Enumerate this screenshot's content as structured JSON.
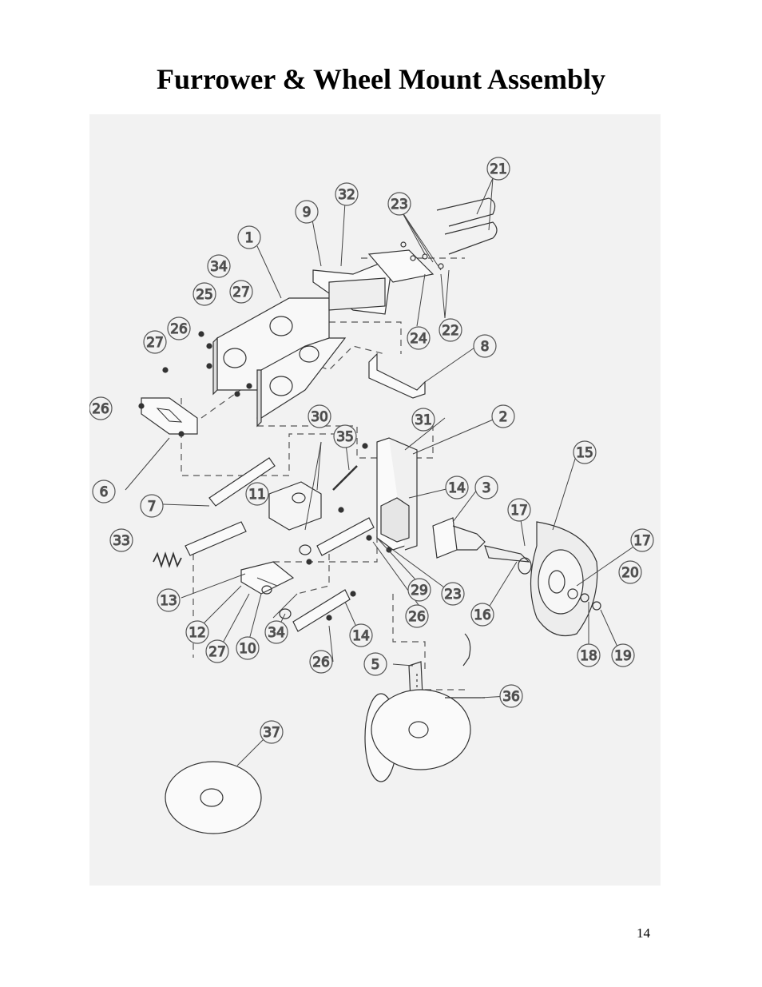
{
  "page": {
    "title": "Furrower & Wheel Mount Assembly",
    "page_number": "14"
  },
  "callouts": [
    "1",
    "2",
    "3",
    "5",
    "6",
    "7",
    "8",
    "9",
    "10",
    "11",
    "12",
    "13",
    "14",
    "14",
    "15",
    "16",
    "17",
    "17",
    "18",
    "19",
    "20",
    "21",
    "22",
    "23",
    "23",
    "24",
    "25",
    "26",
    "26",
    "26",
    "26",
    "27",
    "27",
    "27",
    "29",
    "30",
    "31",
    "32",
    "33",
    "34",
    "34",
    "35",
    "36",
    "37"
  ]
}
